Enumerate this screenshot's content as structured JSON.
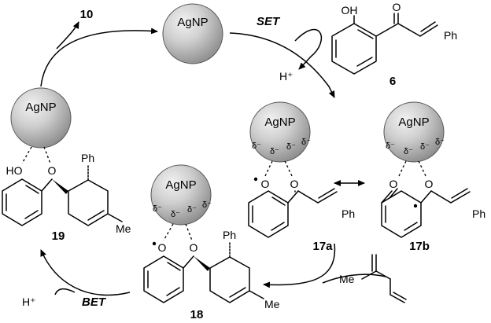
{
  "agnp": "AgNP",
  "delta": "δ⁻",
  "proton": "H⁺",
  "set_label": "SET",
  "bet_label": "BET",
  "compounds": {
    "c10": "10",
    "c6": "6",
    "c17a": "17a",
    "c17b": "17b",
    "c18": "18",
    "c19": "19"
  },
  "atoms": {
    "OH": "OH",
    "HO": "HO",
    "O": "O",
    "Ph": "Ph",
    "Me": "Me"
  }
}
